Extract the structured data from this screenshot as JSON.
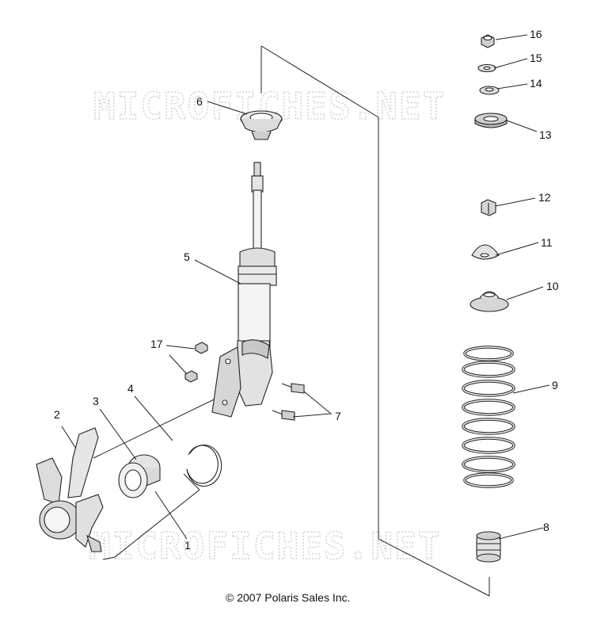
{
  "diagram": {
    "watermark": "MICROFICHES.NET",
    "copyright": "© 2007 Polaris Sales Inc.",
    "callouts": [
      "1",
      "2",
      "3",
      "4",
      "5",
      "6",
      "7",
      "8",
      "9",
      "10",
      "11",
      "12",
      "13",
      "14",
      "15",
      "16",
      "17"
    ]
  }
}
